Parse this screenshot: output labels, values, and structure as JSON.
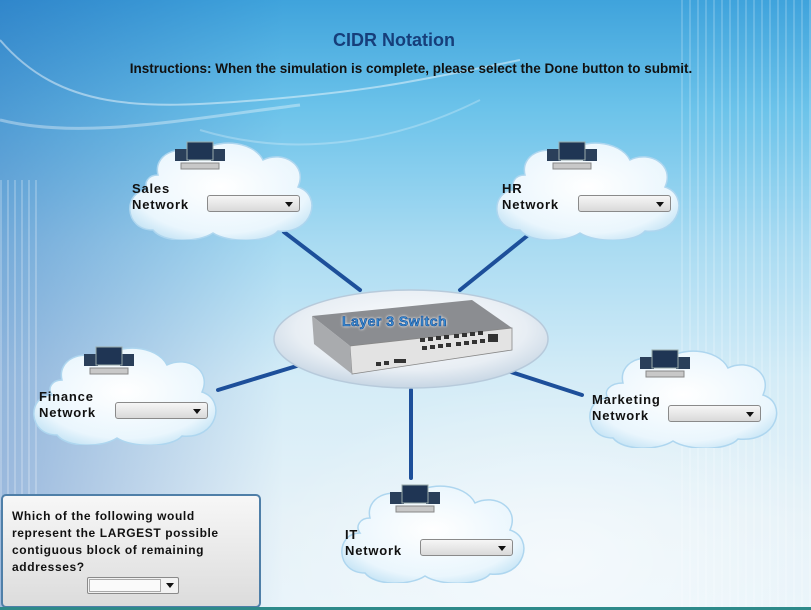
{
  "header": {
    "title": "CIDR Notation",
    "instructions": "Instructions: When the simulation is complete, please select the Done button to submit."
  },
  "switch": {
    "label": "Layer 3 Switch",
    "icon": "network-switch-icon"
  },
  "networks": [
    {
      "id": "sales",
      "line1": "Sales",
      "line2": "Network",
      "selected": ""
    },
    {
      "id": "hr",
      "line1": "HR",
      "line2": "Network",
      "selected": ""
    },
    {
      "id": "finance",
      "line1": "Finance",
      "line2": "Network",
      "selected": ""
    },
    {
      "id": "marketing",
      "line1": "Marketing",
      "line2": "Network",
      "selected": ""
    },
    {
      "id": "it",
      "line1": "IT",
      "line2": "Network",
      "selected": ""
    }
  ],
  "question": {
    "text": "Which of the following would represent the LARGEST possible contiguous block of remaining addresses?",
    "selected": ""
  },
  "colors": {
    "title": "#163e7a",
    "link_line": "#1d4f9a",
    "question_border": "#4f7fa8"
  }
}
